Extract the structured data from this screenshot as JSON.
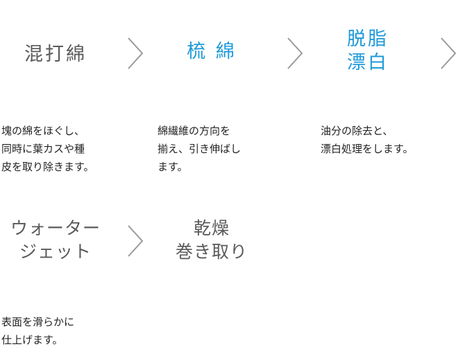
{
  "steps": [
    {
      "title": "混打綿",
      "description": "塊の綿をほぐし、\n同時に葉カスや種\n皮を取り除きます。",
      "highlight": false
    },
    {
      "title": "梳 綿",
      "description": "綿繊維の方向を\n揃え、引き伸ばし\nます。",
      "highlight": true
    },
    {
      "title": "脱脂\n漂白",
      "description": "油分の除去と、\n漂白処理をします。",
      "highlight": true
    },
    {
      "title": "ウォーター\nジェット",
      "description": "表面を滑らかに\n仕上げます。",
      "highlight": false
    },
    {
      "title": "乾燥\n巻き取り",
      "description": "",
      "highlight": false
    }
  ],
  "colors": {
    "title_default": "#5a5a5a",
    "title_highlight": "#1e9ad9",
    "arrow": "#9a9a9a",
    "description": "#222222"
  },
  "icons": {
    "arrow": "chevron-right-icon"
  }
}
